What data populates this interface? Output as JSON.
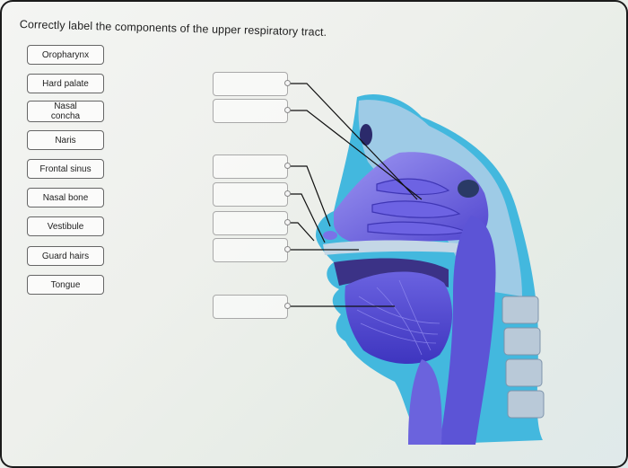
{
  "instruction": "Correctly label the components of the upper respiratory tract.",
  "word_bank": [
    "Oropharynx",
    "Hard palate",
    "Nasal concha",
    "Naris",
    "Frontal sinus",
    "Nasal bone",
    "Vestibule",
    "Guard hairs",
    "Tongue"
  ],
  "drop_slots": [
    "",
    "",
    "",
    "",
    "",
    "",
    "",
    ""
  ],
  "colors": {
    "tissue_purple": "#5b52d8",
    "tissue_light": "#8c86ee",
    "bone_blue": "#8fc3e0",
    "skin_cyan": "#36b6dc",
    "leader_line": "#111111"
  }
}
